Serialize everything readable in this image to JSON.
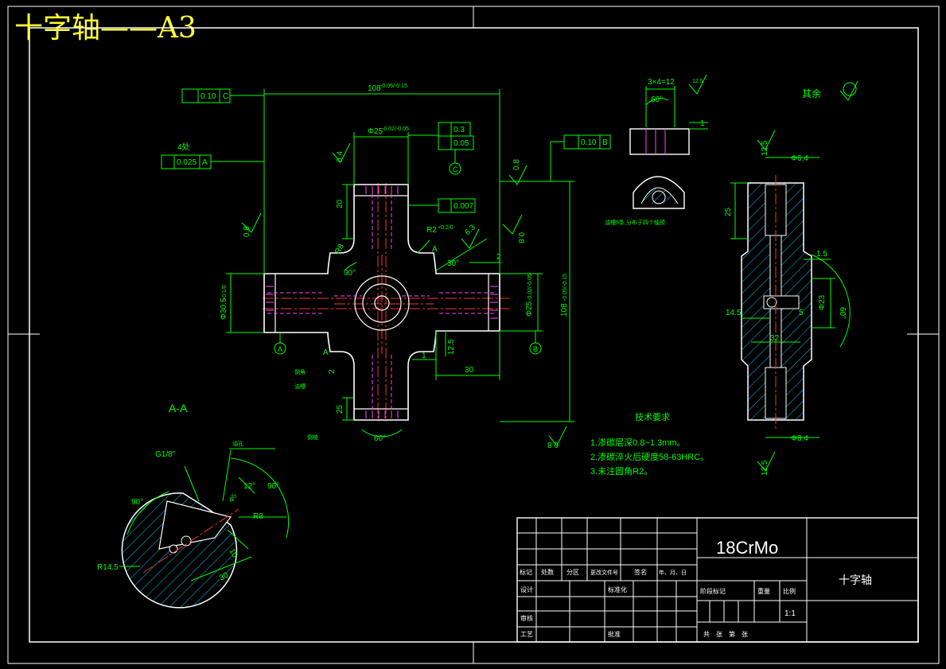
{
  "sheet": {
    "title": "十字轴——A3"
  },
  "dimensions": {
    "overall_top": "108",
    "overall_top_tol": "-0.05/-0.15",
    "overall_right": "108",
    "overall_right_tol": "-0.05/-0.15",
    "journal_dia_top": "Φ25",
    "journal_dia_top_tol": "-0.02/-0.05",
    "journal_dia_left": "Φ30.5",
    "journal_dia_left_tol": "+0.1/0",
    "journal_dia_right": "Φ25",
    "journal_dia_right_tol": "-0.02/-0.05",
    "len_20": "20",
    "len_25": "25",
    "len_30": "30",
    "len_1": "1",
    "len_2": "2",
    "len_125": "12.5",
    "angle_90": "90°",
    "angle_30": "30°",
    "angle_60": "60°",
    "r2": "R2",
    "r2_tol": "+0.2/0",
    "r8": "R8",
    "r8_left": "R8",
    "count_4": "4处",
    "rough_04": "0.4",
    "rough_08": "0.8",
    "rough_63": "6.3",
    "rough_125": "12.5",
    "tol_010": "0.10",
    "tol_0025": "0.025",
    "tol_03": "0.3",
    "tol_005": "0.05",
    "tol_0007": "0.007",
    "datum_a": "A",
    "datum_b": "B",
    "datum_c": "C",
    "oil_hole": "油孔",
    "cut_a": "A"
  },
  "notes": {
    "undercut": "倒角",
    "oil_groove": "油槽",
    "chamfer_label": "倒棱",
    "rest": "其余",
    "groove_detail": "3×4=12",
    "groove_angle": "60°",
    "groove_depth": "1",
    "groove_caption": "油槽5条,分布于四个轴颈",
    "heading": "技术要求",
    "items": [
      "1.渗碳层深0.8~1.3mm。",
      "2.渗碳淬火后硬度58-63HRC。",
      "3.未注圆角R2。"
    ]
  },
  "section_view": {
    "label": "A-A",
    "thread": "G1/8\"",
    "hole_label": "油孔",
    "angle_90a": "90°",
    "angle_90b": "90°",
    "angle_12": "12°",
    "depth": "10",
    "len_30": "30",
    "r8": "R8",
    "r145": "R14.5",
    "small_dia": "Φ5"
  },
  "side_view": {
    "hole_top": "Φ6.4",
    "hole_bottom": "Φ8.4",
    "rough_top": "12.5",
    "rough_bottom": "12.5",
    "dim_25": "25",
    "dim_15": "1.5",
    "dim_145": "14.5",
    "dim_23": "Φ23",
    "dim_5": "5",
    "dim_32": "32",
    "angle_60": "60°"
  },
  "title_block": {
    "material": "18CrMo",
    "part_name": "十字轴",
    "row_labels": [
      "标记",
      "处数",
      "分区",
      "更改文件号",
      "签名",
      "年、月、日"
    ],
    "design": "设计",
    "standard": "标准化",
    "review": "审核",
    "process": "工艺",
    "approve": "批准",
    "stage": "阶段标记",
    "weight": "重量",
    "scale": "比例",
    "scale_value": "1:1",
    "sheets": "共　张　第　张"
  },
  "colors": {
    "background": "#000000",
    "outline": "#ffffff",
    "dimension": "#00ff00",
    "centerline": "#ff3030",
    "hidden": "#ff44ff",
    "hatch": "#00c8ff",
    "title": "#ffff33"
  }
}
